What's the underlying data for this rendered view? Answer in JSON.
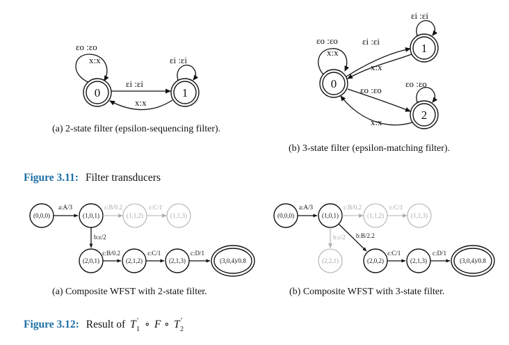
{
  "fig311": {
    "label": "Figure 3.11:",
    "text": "Filter transducers",
    "a": {
      "caption": "(a) 2-state filter (epsilon-sequencing filter).",
      "states": [
        "0",
        "1"
      ],
      "edges": {
        "self0_eo": "εo :εo",
        "self0_xx": "x:x",
        "e01": "εi :εi",
        "e10": "x:x",
        "self1": "εi :εi"
      }
    },
    "b": {
      "caption": "(b) 3-state filter (epsilon-matching filter).",
      "states": [
        "0",
        "1",
        "2"
      ],
      "edges": {
        "self0_eo": "εo :εo",
        "self0_xx": "x:x",
        "e01": "εi :εi",
        "e10": "x:x",
        "self1": "εi :εi",
        "e02": "εo :εo",
        "e20": "x:x",
        "self2": "εo :εo"
      }
    }
  },
  "fig312": {
    "label": "Figure 3.12:",
    "text_prefix": "Result of",
    "formula": {
      "t1": "T",
      "t1_sup": "′",
      "t1_sub": "1",
      "op1": "∘",
      "f": "F",
      "op2": "∘",
      "t2": "T",
      "t2_sup": "′",
      "t2_sub": "2"
    },
    "a": {
      "caption": "(a) Composite WFST with 2-state filter.",
      "states": [
        "(0,0,0)",
        "(1,0,1)",
        "(1,1,2)",
        "(1,1,3)",
        "(2,0,1)",
        "(2,1,2)",
        "(2,1,3)",
        "(3,0,4)/0.8"
      ],
      "edges": [
        "a:A/3",
        "ε:B/0.2",
        "ε:C/1",
        "b:ε/2",
        "ε:B/0.2",
        "ε:C/1",
        "c:D/1"
      ]
    },
    "b": {
      "caption": "(b) Composite WFST with 3-state filter.",
      "states": [
        "(0,0,0)",
        "(1,0,1)",
        "(1,1,2)",
        "(1,1,3)",
        "(2,2,1)",
        "(2,0,2)",
        "(2,1,3)",
        "(3,0,4)/0.8"
      ],
      "edges": [
        "a:A/3",
        "ε:B/0.2",
        "ε:C/1",
        "b:ε/2",
        "b:B/2.2",
        "ε:C/1",
        "c:D/1"
      ]
    }
  }
}
